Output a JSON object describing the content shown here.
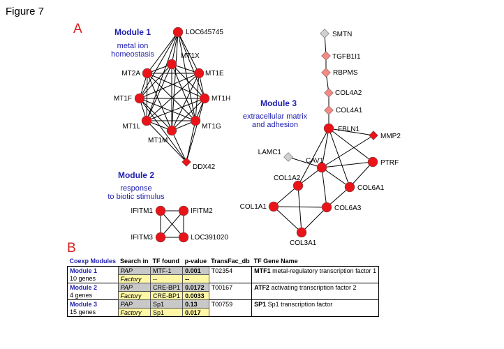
{
  "figure_title": "Figure 7",
  "panel_a_letter": "A",
  "panel_b_letter": "B",
  "modules": [
    {
      "title": "Module 1",
      "subtitle": [
        "metal ion",
        "homeostasis"
      ]
    },
    {
      "title": "Module 2",
      "subtitle": [
        "response",
        "to biotic stimulus"
      ]
    },
    {
      "title": "Module 3",
      "subtitle": [
        "extracellular matrix",
        "and adhesion"
      ]
    }
  ],
  "colors": {
    "red": "#e8141a",
    "pink": "#f58a84",
    "gray_node": "#cfcfd4",
    "blue": "#1f1fb0",
    "edge": "#000000"
  },
  "nodes": [
    {
      "id": "LOC645745",
      "shape": "circle",
      "color": "red"
    },
    {
      "id": "MT1X",
      "shape": "circle",
      "color": "red"
    },
    {
      "id": "MT2A",
      "shape": "circle",
      "color": "red"
    },
    {
      "id": "MT1E",
      "shape": "circle",
      "color": "red"
    },
    {
      "id": "MT1F",
      "shape": "circle",
      "color": "red"
    },
    {
      "id": "MT1H",
      "shape": "circle",
      "color": "red"
    },
    {
      "id": "MT1L",
      "shape": "circle",
      "color": "red"
    },
    {
      "id": "MT1G",
      "shape": "circle",
      "color": "red"
    },
    {
      "id": "MT1M",
      "shape": "circle",
      "color": "red"
    },
    {
      "id": "DDX42",
      "shape": "diamond",
      "color": "red"
    },
    {
      "id": "IFITM1",
      "shape": "circle",
      "color": "red"
    },
    {
      "id": "IFITM2",
      "shape": "circle",
      "color": "red"
    },
    {
      "id": "IFITM3",
      "shape": "circle",
      "color": "red"
    },
    {
      "id": "LOC391020",
      "shape": "circle",
      "color": "red"
    },
    {
      "id": "SMTN",
      "shape": "diamond",
      "color": "gray"
    },
    {
      "id": "TGFB1I1",
      "shape": "diamond",
      "color": "pink"
    },
    {
      "id": "RBPMS",
      "shape": "diamond",
      "color": "pink"
    },
    {
      "id": "COL4A2",
      "shape": "diamond",
      "color": "pink"
    },
    {
      "id": "COL4A1",
      "shape": "diamond",
      "color": "pink"
    },
    {
      "id": "FBLN1",
      "shape": "circle",
      "color": "red"
    },
    {
      "id": "MMP2",
      "shape": "diamond",
      "color": "red"
    },
    {
      "id": "LAMC1",
      "shape": "diamond",
      "color": "gray"
    },
    {
      "id": "CAV1",
      "shape": "circle",
      "color": "red"
    },
    {
      "id": "PTRF",
      "shape": "circle",
      "color": "red"
    },
    {
      "id": "COL1A2",
      "shape": "circle",
      "color": "red"
    },
    {
      "id": "COL6A1",
      "shape": "circle",
      "color": "red"
    },
    {
      "id": "COL1A1",
      "shape": "circle",
      "color": "red"
    },
    {
      "id": "COL6A3",
      "shape": "circle",
      "color": "red"
    },
    {
      "id": "COL3A1",
      "shape": "circle",
      "color": "red"
    }
  ],
  "edges": [
    [
      "LOC645745",
      "MT1X"
    ],
    [
      "LOC645745",
      "MT2A"
    ],
    [
      "LOC645745",
      "MT1E"
    ],
    [
      "LOC645745",
      "MT1F"
    ],
    [
      "LOC645745",
      "MT1H"
    ],
    [
      "LOC645745",
      "MT1L"
    ],
    [
      "LOC645745",
      "MT1G"
    ],
    [
      "LOC645745",
      "MT1M"
    ],
    [
      "MT1X",
      "MT2A"
    ],
    [
      "MT1X",
      "MT1E"
    ],
    [
      "MT1X",
      "MT1F"
    ],
    [
      "MT1X",
      "MT1H"
    ],
    [
      "MT1X",
      "MT1L"
    ],
    [
      "MT1X",
      "MT1G"
    ],
    [
      "MT1X",
      "MT1M"
    ],
    [
      "MT2A",
      "MT1E"
    ],
    [
      "MT2A",
      "MT1F"
    ],
    [
      "MT2A",
      "MT1H"
    ],
    [
      "MT2A",
      "MT1L"
    ],
    [
      "MT2A",
      "MT1G"
    ],
    [
      "MT2A",
      "MT1M"
    ],
    [
      "MT1E",
      "MT1F"
    ],
    [
      "MT1E",
      "MT1H"
    ],
    [
      "MT1E",
      "MT1L"
    ],
    [
      "MT1E",
      "MT1G"
    ],
    [
      "MT1E",
      "MT1M"
    ],
    [
      "MT1F",
      "MT1H"
    ],
    [
      "MT1F",
      "MT1L"
    ],
    [
      "MT1F",
      "MT1G"
    ],
    [
      "MT1F",
      "MT1M"
    ],
    [
      "MT1H",
      "MT1L"
    ],
    [
      "MT1H",
      "MT1G"
    ],
    [
      "MT1H",
      "MT1M"
    ],
    [
      "MT1L",
      "MT1G"
    ],
    [
      "MT1L",
      "MT1M"
    ],
    [
      "MT1G",
      "MT1M"
    ],
    [
      "DDX42",
      "MT1M"
    ],
    [
      "DDX42",
      "MT1G"
    ],
    [
      "DDX42",
      "MT1L"
    ],
    [
      "DDX42",
      "MT1H"
    ],
    [
      "DDX42",
      "MT1F"
    ],
    [
      "IFITM1",
      "IFITM2"
    ],
    [
      "IFITM1",
      "IFITM3"
    ],
    [
      "IFITM1",
      "LOC391020"
    ],
    [
      "IFITM2",
      "IFITM3"
    ],
    [
      "IFITM2",
      "LOC391020"
    ],
    [
      "IFITM3",
      "LOC391020"
    ],
    [
      "SMTN",
      "TGFB1I1"
    ],
    [
      "TGFB1I1",
      "RBPMS"
    ],
    [
      "RBPMS",
      "COL4A2"
    ],
    [
      "COL4A2",
      "COL4A1"
    ],
    [
      "COL4A1",
      "FBLN1"
    ],
    [
      "FBLN1",
      "MMP2"
    ],
    [
      "FBLN1",
      "CAV1"
    ],
    [
      "FBLN1",
      "PTRF"
    ],
    [
      "FBLN1",
      "COL6A1"
    ],
    [
      "FBLN1",
      "COL1A2"
    ],
    [
      "MMP2",
      "CAV1"
    ],
    [
      "LAMC1",
      "CAV1"
    ],
    [
      "CAV1",
      "PTRF"
    ],
    [
      "CAV1",
      "COL1A2"
    ],
    [
      "CAV1",
      "COL6A1"
    ],
    [
      "CAV1",
      "COL6A3"
    ],
    [
      "PTRF",
      "COL6A1"
    ],
    [
      "COL1A2",
      "COL1A1"
    ],
    [
      "COL1A2",
      "COL3A1"
    ],
    [
      "COL1A1",
      "COL6A3"
    ],
    [
      "COL1A1",
      "COL3A1"
    ],
    [
      "COL6A1",
      "COL6A3"
    ],
    [
      "COL6A3",
      "COL3A1"
    ]
  ],
  "table": {
    "headers": [
      "Coexp Modules",
      "Search in",
      "TF found",
      "p-value",
      "TransFac_db",
      "TF Gene Name"
    ],
    "groups": [
      {
        "module": "Module 1",
        "genes": "10 genes",
        "db": "T02354",
        "tf_gene": "MTF1",
        "tf_desc": "metal-regulatory transcription factor 1",
        "rows": [
          {
            "search": "PAP",
            "tf": "MTF-1",
            "p": "0.001"
          },
          {
            "search": "Factory",
            "tf": "--",
            "p": "--"
          }
        ]
      },
      {
        "module": "Module 2",
        "genes": "4 genes",
        "db": "T00167",
        "tf_gene": "ATF2",
        "tf_desc": "activating transcription factor 2",
        "rows": [
          {
            "search": "PAP",
            "tf": "CRE-BP1",
            "p": "0.0172"
          },
          {
            "search": "Factory",
            "tf": "CRE-BP1",
            "p": "0.0033"
          }
        ]
      },
      {
        "module": "Module 3",
        "genes": "15 genes",
        "db": "T00759",
        "tf_gene": "SP1",
        "tf_desc": "Sp1 transcription factor",
        "rows": [
          {
            "search": "PAP",
            "tf": "Sp1",
            "p": "0.13"
          },
          {
            "search": "Factory",
            "tf": "Sp1",
            "p": "0.017"
          }
        ]
      }
    ]
  }
}
